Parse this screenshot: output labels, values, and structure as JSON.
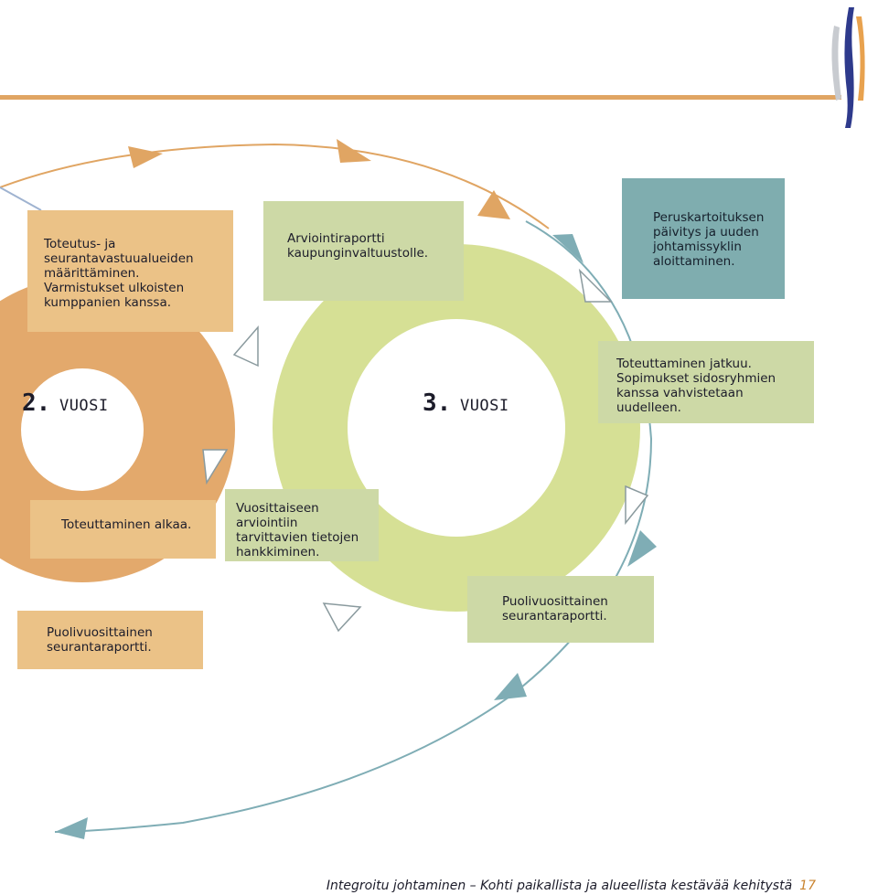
{
  "diagram": {
    "year2_label": {
      "number": "2.",
      "word": "VUOSI"
    },
    "year3_label": {
      "number": "3.",
      "word": "VUOSI"
    },
    "boxes": {
      "toteutus": "Toteutus- ja seurantavastuualueiden määrittäminen. Varmistukset ulkoisten kumppanien kanssa.",
      "arviointiraportti": "Arviointiraportti kaupunginvaltuustolle.",
      "peruskartoitus": "Peruskartoituksen päivitys ja uuden johtamissyklin aloittaminen.",
      "jatkuu": "Toteuttaminen jatkuu. Sopimukset sidosryhmien kanssa vahvistetaan uudelleen.",
      "alkaa": "Toteuttaminen alkaa.",
      "vuosittaiseen": "Vuosittaiseen arviointiin tarvittavien tietojen hankkiminen.",
      "puoli_right": "Puolivuosittainen seurantaraportti.",
      "puoli_left": "Puolivuosittainen seurantaraportti."
    }
  },
  "footer": {
    "text": "Integroitu johtaminen – Kohti paikallista ja alueellista kestävää kehitystä",
    "page": "17"
  },
  "colors": {
    "orange_ring": "#e3a96c",
    "orange_box": "#ebc287",
    "green_ring": "#d6e095",
    "green_box": "#cdd9a6",
    "teal_box": "#7fadaf",
    "teal_line": "#7fadb5",
    "rule": "#e0a563"
  }
}
